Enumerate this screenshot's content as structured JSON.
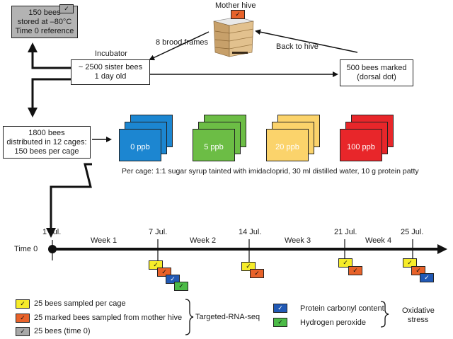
{
  "colors": {
    "blue": "#1c86d1",
    "green": "#6cbd45",
    "yellow_card": "#fbd36b",
    "red": "#e8262a",
    "chk_yellow": "#f6ec2a",
    "chk_orange": "#e8622a",
    "chk_gray": "#a8a8a8",
    "chk_blue": "#2159b5",
    "chk_green": "#4cbb47"
  },
  "check_glyph": "✓",
  "reference_box": {
    "line1": "150 bees",
    "line2": "stored at –80°C",
    "line3": "Time 0 reference"
  },
  "hive": {
    "label": "Mother hive"
  },
  "brood_frames": "8 brood frames",
  "back_to_hive": "Back to hive",
  "incubator": {
    "label": "Incubator",
    "line1": "~ 2500 sister bees",
    "line2": "1 day old"
  },
  "marked_box": {
    "line1": "500 bees marked",
    "line2": "(dorsal dot)"
  },
  "cages_box": {
    "line1": "1800 bees",
    "line2": "distributed in 12 cages:",
    "line3": "150 bees per cage"
  },
  "treatments": [
    {
      "label": "0 ppb",
      "color": "#1c86d1"
    },
    {
      "label": "5 ppb",
      "color": "#6cbd45"
    },
    {
      "label": "20 ppb",
      "color": "#fbd36b"
    },
    {
      "label": "100 ppb",
      "color": "#e8262a"
    }
  ],
  "per_cage": "Per cage: 1:1 sugar syrup tainted with imidacloprid, 30 ml distilled water, 10 g protein patty",
  "timeline": {
    "time0": "Time 0",
    "dates": [
      "1 Jul.",
      "7 Jul.",
      "14 Jul.",
      "21 Jul.",
      "25 Jul."
    ],
    "weeks": [
      "Week 1",
      "Week 2",
      "Week 3",
      "Week 4"
    ]
  },
  "legend": {
    "yellow": "25 bees sampled per cage",
    "orange": "25 marked bees sampled from mother hive",
    "gray": "25 bees (time 0)",
    "targeted": "Targeted-RNA-seq",
    "blue": "Protein carbonyl content",
    "green": "Hydrogen peroxide",
    "oxidative_1": "Oxidative",
    "oxidative_2": "stress"
  }
}
